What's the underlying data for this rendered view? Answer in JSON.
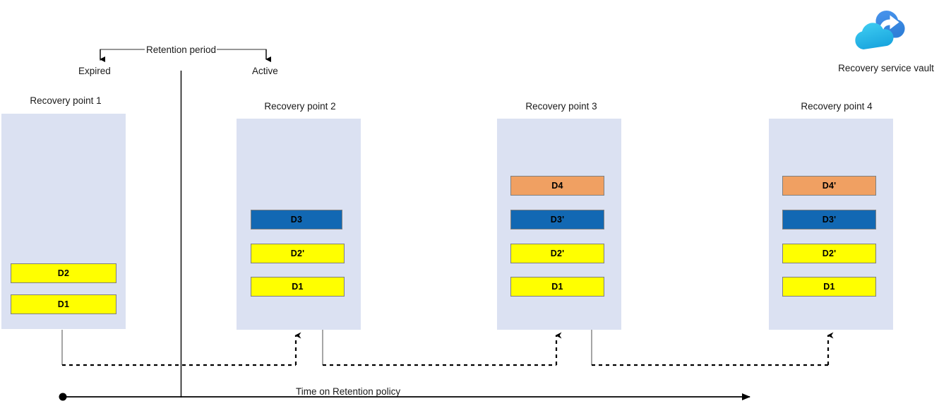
{
  "diagram": {
    "title_axis": "Time on Retention policy",
    "retention_label": "Retention period",
    "expired_label": "Expired",
    "active_label": "Active",
    "vault": {
      "caption": "Recovery service vault",
      "icon": "cloud-share-icon",
      "colors": {
        "cloud_back": "#3f8ce8",
        "cloud_front_top": "#36c6f0",
        "cloud_front_bottom": "#1ba7dd",
        "arrow": "#ffffff"
      }
    },
    "colors": {
      "container": "#dbe1f2",
      "block_yellow": "#ffff00",
      "block_blue": "#1268b3",
      "block_orange": "#f0a062",
      "block_border": "#7f7f7f",
      "axis": "#000000",
      "connector_solid": "#808080",
      "connector_dashed": "#000000"
    },
    "recovery_points": [
      {
        "title": "Recovery point 1",
        "blocks": [
          {
            "label": "D2",
            "color": "yellow"
          },
          {
            "label": "D1",
            "color": "yellow"
          }
        ]
      },
      {
        "title": "Recovery point 2",
        "blocks": [
          {
            "label": "D3",
            "color": "blue"
          },
          {
            "label": "D2'",
            "color": "yellow"
          },
          {
            "label": "D1",
            "color": "yellow"
          }
        ]
      },
      {
        "title": "Recovery point 3",
        "blocks": [
          {
            "label": "D4",
            "color": "orange"
          },
          {
            "label": "D3'",
            "color": "blue"
          },
          {
            "label": "D2'",
            "color": "yellow"
          },
          {
            "label": "D1",
            "color": "yellow"
          }
        ]
      },
      {
        "title": "Recovery point 4",
        "blocks": [
          {
            "label": "D4'",
            "color": "orange"
          },
          {
            "label": "D3'",
            "color": "blue"
          },
          {
            "label": "D2'",
            "color": "yellow"
          },
          {
            "label": "D1",
            "color": "yellow"
          }
        ]
      }
    ]
  }
}
